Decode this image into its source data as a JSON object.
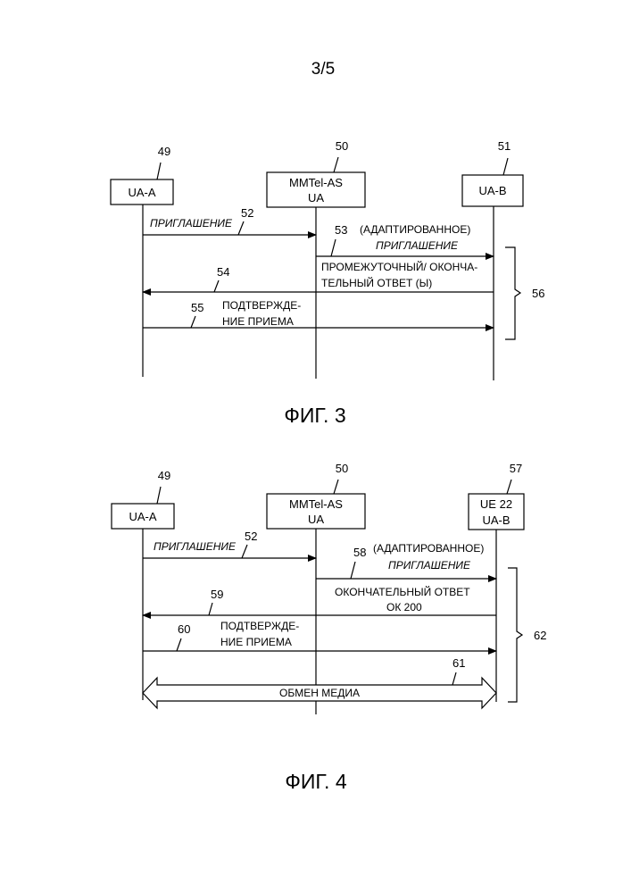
{
  "page_number": "3/5",
  "fig3": {
    "caption": "ФИГ. 3",
    "entities": {
      "a": {
        "ref": "49",
        "label": "UA-A"
      },
      "b": {
        "ref": "50",
        "label_line1": "MMTel-AS",
        "label_line2": "UA"
      },
      "c": {
        "ref": "51",
        "label": "UA-B"
      }
    },
    "messages": {
      "m1": {
        "ref": "52",
        "label": "ПРИГЛАШЕНИЕ"
      },
      "m2": {
        "ref": "53",
        "label_line1": "(АДАПТИРОВАННОЕ)",
        "label_line2": "ПРИГЛАШЕНИЕ"
      },
      "m3": {
        "ref": "54",
        "label_line1": "ПРОМЕЖУТОЧНЫЙ/ ОКОНЧА-",
        "label_line2": "ТЕЛЬНЫЙ ОТВЕТ (Ы)"
      },
      "m4": {
        "ref": "55",
        "label_line1": "ПОДТВЕРЖДЕ-",
        "label_line2": "НИЕ ПРИЕМА"
      }
    },
    "bracket_ref": "56"
  },
  "fig4": {
    "caption": "ФИГ. 4",
    "entities": {
      "a": {
        "ref": "49",
        "label": "UA-A"
      },
      "b": {
        "ref": "50",
        "label_line1": "MMTel-AS",
        "label_line2": "UA"
      },
      "c": {
        "ref": "57",
        "label_line1": "UE 22",
        "label_line2": "UA-B"
      }
    },
    "messages": {
      "m1": {
        "ref": "52",
        "label": "ПРИГЛАШЕНИЕ"
      },
      "m2": {
        "ref": "58",
        "label_line1": "(АДАПТИРОВАННОЕ)",
        "label_line2": "ПРИГЛАШЕНИЕ"
      },
      "m3": {
        "ref": "59",
        "label_line1": "ОКОНЧАТЕЛЬНЫЙ ОТВЕТ",
        "label_line2": "ОК 200"
      },
      "m4": {
        "ref": "60",
        "label_line1": "ПОДТВЕРЖДЕ-",
        "label_line2": "НИЕ ПРИЕМА"
      },
      "media": {
        "ref": "61",
        "label": "ОБМЕН МЕДИА"
      }
    },
    "bracket_ref": "62"
  }
}
